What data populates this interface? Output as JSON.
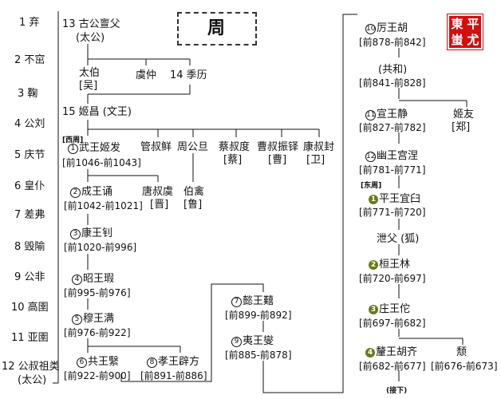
{
  "title": "周",
  "seal_text": [
    "東",
    "蚩",
    "平",
    "尤"
  ],
  "ancestors": [
    "1 弃",
    "2 不窋",
    "3 鞠",
    "4 公刘",
    "5 庆节",
    "6 皇仆",
    "7 差弗",
    "8 毁隃",
    "9 公非",
    "10 高圉",
    "11 亚圉",
    "12 公叔祖类",
    "(太公)"
  ],
  "gugong": "13 古公亶父",
  "gugong_alias": "(太公)",
  "taibo": "太伯",
  "taibo_state": "[吴]",
  "yuzhong": "虞仲",
  "jili": "14 季历",
  "jichang": "15 姬昌 (文王)",
  "tag_west": "[西周]",
  "tag_east": "[东周]",
  "tag_next": "(接下)",
  "wu": {
    "num": "1",
    "name": "武王姬发",
    "years": "[前1046-前1043]"
  },
  "guanshu": "管叔鲜",
  "zhougong": "周公旦",
  "caishu": {
    "name": "蔡叔度",
    "state": "[蔡]"
  },
  "caoshu": {
    "name": "曹叔振铎",
    "state": "[曹]"
  },
  "kangshu": {
    "name": "康叔封",
    "state": "[卫]"
  },
  "cheng": {
    "num": "2",
    "name": "成王诵",
    "years": "[前1042-前1021]"
  },
  "tangshu": {
    "name": "唐叔虞",
    "state": "[晋]"
  },
  "boqin": {
    "name": "伯禽",
    "state": "[鲁]"
  },
  "kang": {
    "num": "3",
    "name": "康王钊",
    "years": "[前1020-前996]"
  },
  "zhao": {
    "num": "4",
    "name": "昭王瑕",
    "years": "[前995-前976]"
  },
  "mu": {
    "num": "5",
    "name": "穆王满",
    "years": "[前976-前922]"
  },
  "gong": {
    "num": "6",
    "name": "共王繄",
    "years": "[前922-前900]"
  },
  "xiao": {
    "num": "8",
    "name": "孝王辟方",
    "years": "[前891-前886]"
  },
  "yi7": {
    "num": "7",
    "name": "懿王囏",
    "years": "[前899-前892]"
  },
  "yi9": {
    "num": "9",
    "name": "夷王燮",
    "years": "[前885-前878]"
  },
  "li": {
    "num": "10",
    "name": "厉王胡",
    "years": "[前878-前842]"
  },
  "gonghe": {
    "name": "(共和)",
    "years": "[前841-前828]"
  },
  "xuan": {
    "num": "11",
    "name": "宣王静",
    "years": "[前827-前782]"
  },
  "jiyou": {
    "name": "姬友",
    "state": "[郑]"
  },
  "you": {
    "num": "12",
    "name": "幽王宫涅",
    "years": "[前781-前771]"
  },
  "ping": {
    "num": "1",
    "name": "平王宜臼",
    "years": "[前771-前720]"
  },
  "xiefu": "泄父 (狐)",
  "huan": {
    "num": "2",
    "name": "桓王林",
    "years": "[前720-前697]"
  },
  "zhuang": {
    "num": "3",
    "name": "庄王佗",
    "years": "[前697-前682]"
  },
  "xi": {
    "num": "4",
    "name": "釐王胡齐",
    "years": "[前682-前677]"
  },
  "tui": {
    "name": "颓",
    "years": "[前676-前673]"
  }
}
